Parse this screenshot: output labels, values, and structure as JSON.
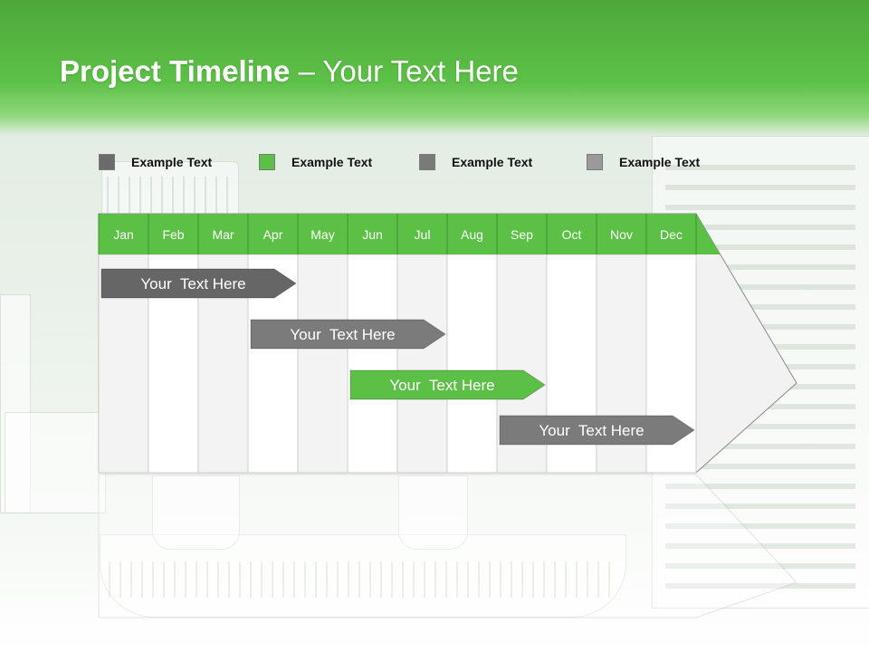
{
  "title": {
    "bold": "Project Timeline",
    "rest": " – Your Text Here"
  },
  "legend": [
    {
      "label": "Example Text",
      "color": "#6b6b6b"
    },
    {
      "label": "Example Text",
      "color": "#5cc047"
    },
    {
      "label": "Example Text",
      "color": "#7a7a7a"
    },
    {
      "label": "Example Text",
      "color": "#9a9a9a"
    }
  ],
  "colors": {
    "header_green": "#5cc047",
    "arrow_fill": "#f2f2f2",
    "gray_dark": "#666666",
    "gray_mid": "#7b7b7b"
  },
  "chart_data": {
    "type": "gantt",
    "categories": [
      "Jan",
      "Feb",
      "Mar",
      "Apr",
      "May",
      "Jun",
      "Jul",
      "Aug",
      "Sep",
      "Oct",
      "Nov",
      "Dec"
    ],
    "tasks": [
      {
        "label": "Your  Text Here",
        "start": 1,
        "end": 4,
        "color": "#666666"
      },
      {
        "label": "Your  Text Here",
        "start": 4,
        "end": 7,
        "color": "#7b7b7b"
      },
      {
        "label": "Your  Text Here",
        "start": 6,
        "end": 9,
        "color": "#5cc047"
      },
      {
        "label": "Your  Text Here",
        "start": 9,
        "end": 12,
        "color": "#7b7b7b"
      }
    ]
  }
}
